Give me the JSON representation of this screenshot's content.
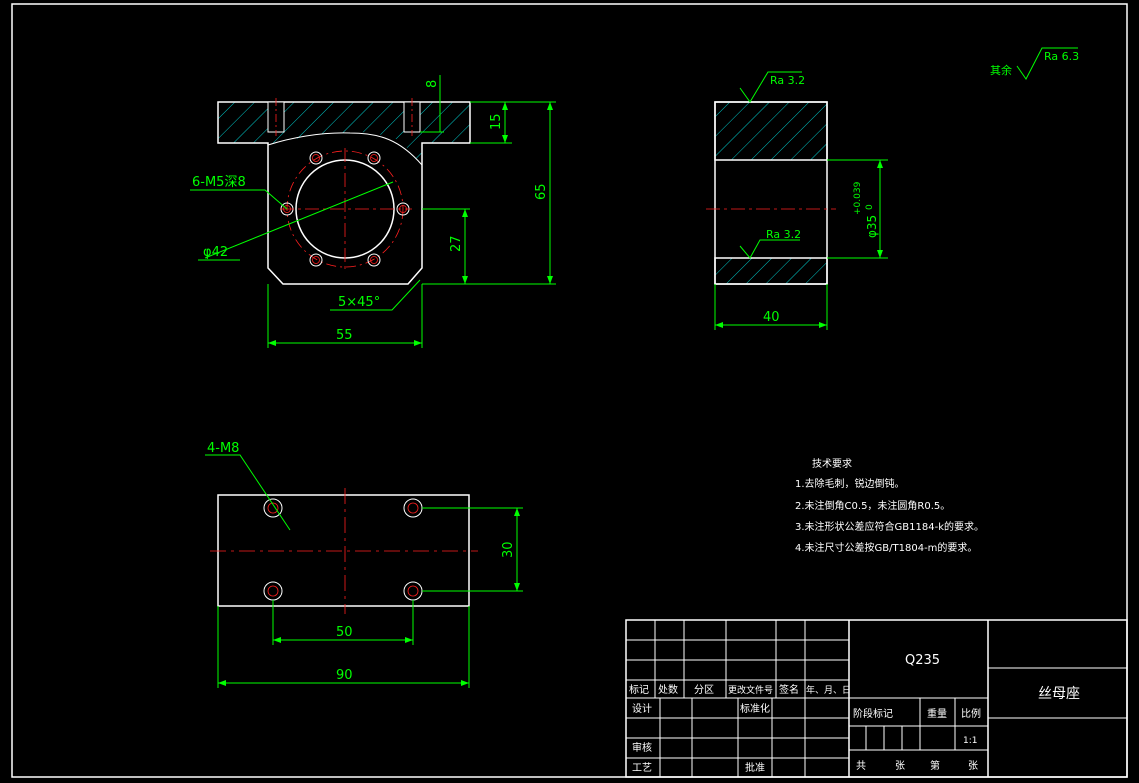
{
  "colors": {
    "background": "#000000",
    "outline": "#ffffff",
    "dimension": "#00ff00",
    "centerline": "#ff2020",
    "hatch": "#00c8c8",
    "text": "#ffffff"
  },
  "front_view": {
    "thread_callout": "6-M5深8",
    "circle_dia": "φ42",
    "chamfer": "5×45°",
    "width": "55",
    "height": "65",
    "center_height": "27",
    "flange_thickness": "15",
    "hole_depth": "8"
  },
  "section_view": {
    "roughness_top": "Ra 3.2",
    "roughness_bore": "Ra 3.2",
    "bore_dia": "φ35",
    "bore_tol_upper": "+0.039",
    "bore_tol_lower": "0",
    "width": "40"
  },
  "top_view": {
    "thread_callout": "4-M8",
    "hole_spacing_x": "50",
    "hole_spacing_y": "30",
    "length": "90"
  },
  "surface_finish": {
    "prefix": "其余",
    "value": "Ra 6.3"
  },
  "tech_requirements": {
    "title": "技术要求",
    "items": [
      "1.去除毛刺，锐边倒钝。",
      "2.未注倒角C0.5，未注圆角R0.5。",
      "3.未注形状公差应符合GB1184-k的要求。",
      "4.未注尺寸公差按GB/T1804-m的要求。"
    ]
  },
  "title_block": {
    "material": "Q235",
    "part_name": "丝母座",
    "header_cells": [
      "标记",
      "处数",
      "分区",
      "更改文件号",
      "签名",
      "年、月、日"
    ],
    "design": "设计",
    "standardization": "标准化",
    "review": "审核",
    "process": "工艺",
    "approve": "批准",
    "stage_mark": "阶段标记",
    "weight": "重量",
    "scale": "比例",
    "scale_value": "1:1",
    "total_sheets": "共",
    "sheet_unit_1": "张",
    "sheet_no": "第",
    "sheet_unit_2": "张"
  }
}
